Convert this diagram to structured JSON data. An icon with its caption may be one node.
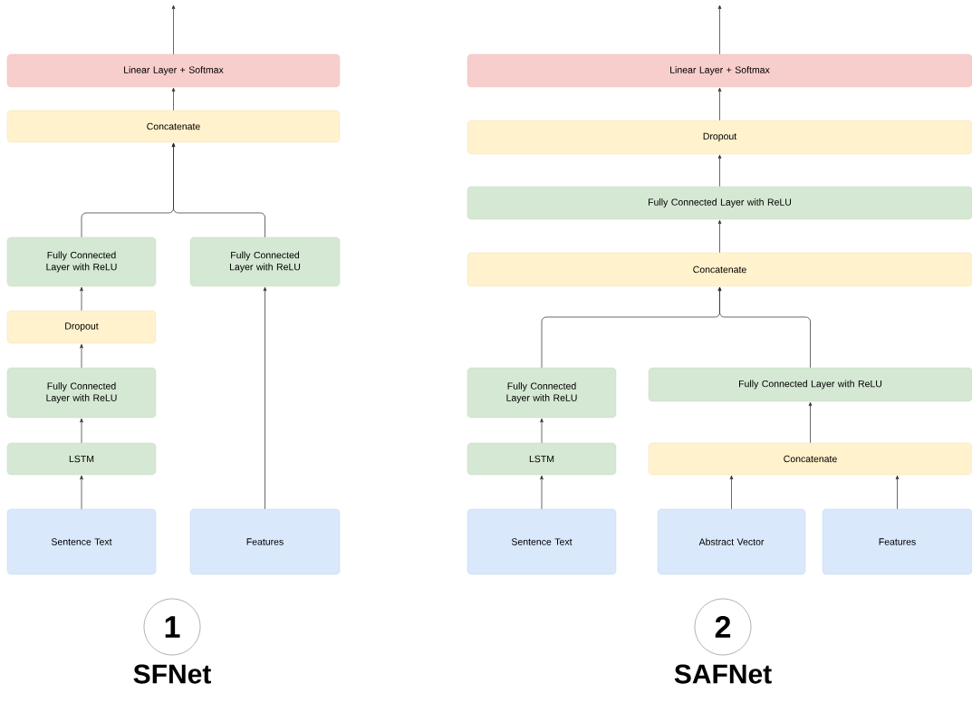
{
  "diagram": {
    "nodes": [
      {
        "text": [
          "Linear Layer + Softmax"
        ]
      },
      {
        "text": [
          "Concatenate"
        ]
      },
      {
        "text": [
          "Fully Connected Layer with ReLU"
        ]
      },
      {
        "text": [
          "Fully Connected Layer with ReLU"
        ]
      },
      {
        "text": [
          "Dropout"
        ]
      },
      {
        "text": [
          "Fully Connected Layer with ReLU"
        ]
      },
      {
        "text": [
          "LSTM"
        ]
      },
      {
        "text": [
          "Sentence Text"
        ]
      },
      {
        "text": [
          "Features"
        ]
      },
      {
        "text": [
          "1"
        ],
        "beside": [
          "SFNet"
        ]
      },
      {
        "text": [
          "Linear Layer + Softmax"
        ]
      },
      {
        "text": [
          "Dropout"
        ]
      },
      {
        "text": [
          "Fully Connected Layer with ReLU"
        ]
      },
      {
        "text": [
          "Concatenate"
        ]
      },
      {
        "text": [
          "Fully Connected Layer with ReLU"
        ]
      },
      {
        "text": [
          "Fully Connected Layer with ReLU"
        ]
      },
      {
        "text": [
          "LSTM"
        ]
      },
      {
        "text": [
          "Concatenate"
        ]
      },
      {
        "text": [
          "Sentence Text"
        ]
      },
      {
        "text": [
          "Abstract Vector"
        ]
      },
      {
        "text": [
          "Features"
        ]
      },
      {
        "text": [
          "2"
        ],
        "beside": [
          "SAFNet"
        ]
      }
    ],
    "edges": [
      {
        "from": 0,
        "to": null,
        "arrow": "to"
      },
      {
        "from": 1,
        "to": 0,
        "arrow": "to"
      },
      {
        "from": 2,
        "to": 1,
        "arrow": "to"
      },
      {
        "from": 3,
        "to": 1,
        "arrow": "to"
      },
      {
        "from": 4,
        "to": 2,
        "arrow": "to"
      },
      {
        "from": 5,
        "to": 4,
        "arrow": "to"
      },
      {
        "from": 6,
        "to": 5,
        "arrow": "to"
      },
      {
        "from": 7,
        "to": 6,
        "arrow": "to"
      },
      {
        "from": 8,
        "to": 3,
        "arrow": "to"
      },
      {
        "from": 10,
        "to": null,
        "arrow": "to"
      },
      {
        "from": 11,
        "to": 10,
        "arrow": "to"
      },
      {
        "from": 12,
        "to": 11,
        "arrow": "to"
      },
      {
        "from": 13,
        "to": 12,
        "arrow": "to"
      },
      {
        "from": 14,
        "to": 13,
        "arrow": "to"
      },
      {
        "from": 15,
        "to": 13,
        "arrow": "to"
      },
      {
        "from": 16,
        "to": 14,
        "arrow": "to"
      },
      {
        "from": 17,
        "to": 15,
        "arrow": "to"
      },
      {
        "from": 18,
        "to": 16,
        "arrow": "to"
      },
      {
        "from": 19,
        "to": 17,
        "arrow": "to"
      },
      {
        "from": 20,
        "to": 17,
        "arrow": "to"
      }
    ]
  }
}
